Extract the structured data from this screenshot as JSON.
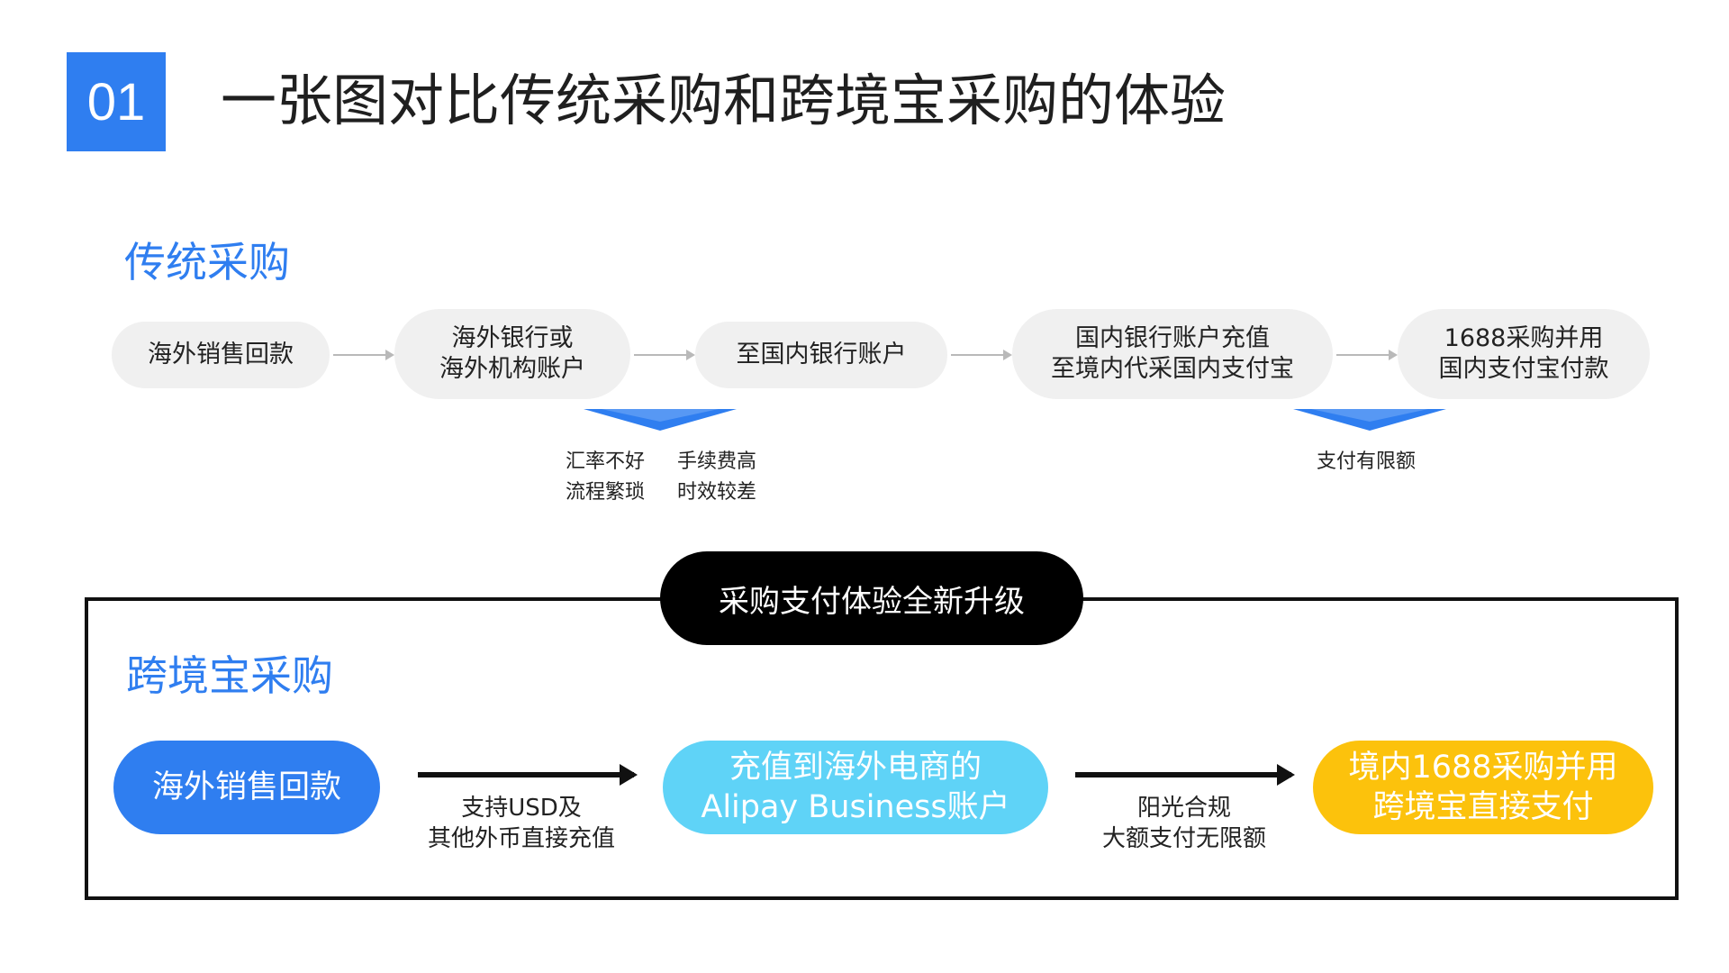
{
  "header": {
    "number": "01",
    "title": "一张图对比传统采购和跨境宝采购的体验"
  },
  "traditional": {
    "title": "传统采购",
    "steps": [
      {
        "line1": "海外销售回款",
        "line2": ""
      },
      {
        "line1": "海外银行或",
        "line2": "海外机构账户"
      },
      {
        "line1": "至国内银行账户",
        "line2": ""
      },
      {
        "line1": "国内银行账户充值",
        "line2": "至境内代采国内支付宝"
      },
      {
        "line1": "1688采购并用",
        "line2": "国内支付宝付款"
      }
    ],
    "pain_points_a": [
      "汇率不好",
      "手续费高",
      "流程繁琐",
      "时效较差"
    ],
    "pain_points_b": [
      "支付有限额"
    ]
  },
  "upgrade_banner": "采购支付体验全新升级",
  "crossborder": {
    "title": "跨境宝采购",
    "steps": [
      {
        "line1": "海外销售回款",
        "line2": ""
      },
      {
        "line1": "充值到海外电商的",
        "line2": "Alipay Business账户"
      },
      {
        "line1": "境内1688采购并用",
        "line2": "跨境宝直接支付"
      }
    ],
    "captions": [
      {
        "line1": "支持USD及",
        "line2": "其他外币直接充值"
      },
      {
        "line1": "阳光合规",
        "line2": "大额支付无限额"
      }
    ]
  },
  "colors": {
    "accent_blue": "#2f7ef0",
    "light_blue": "#5fd3f7",
    "yellow": "#fcc20c",
    "gray_pill": "#f0f0f0",
    "black": "#000000"
  }
}
